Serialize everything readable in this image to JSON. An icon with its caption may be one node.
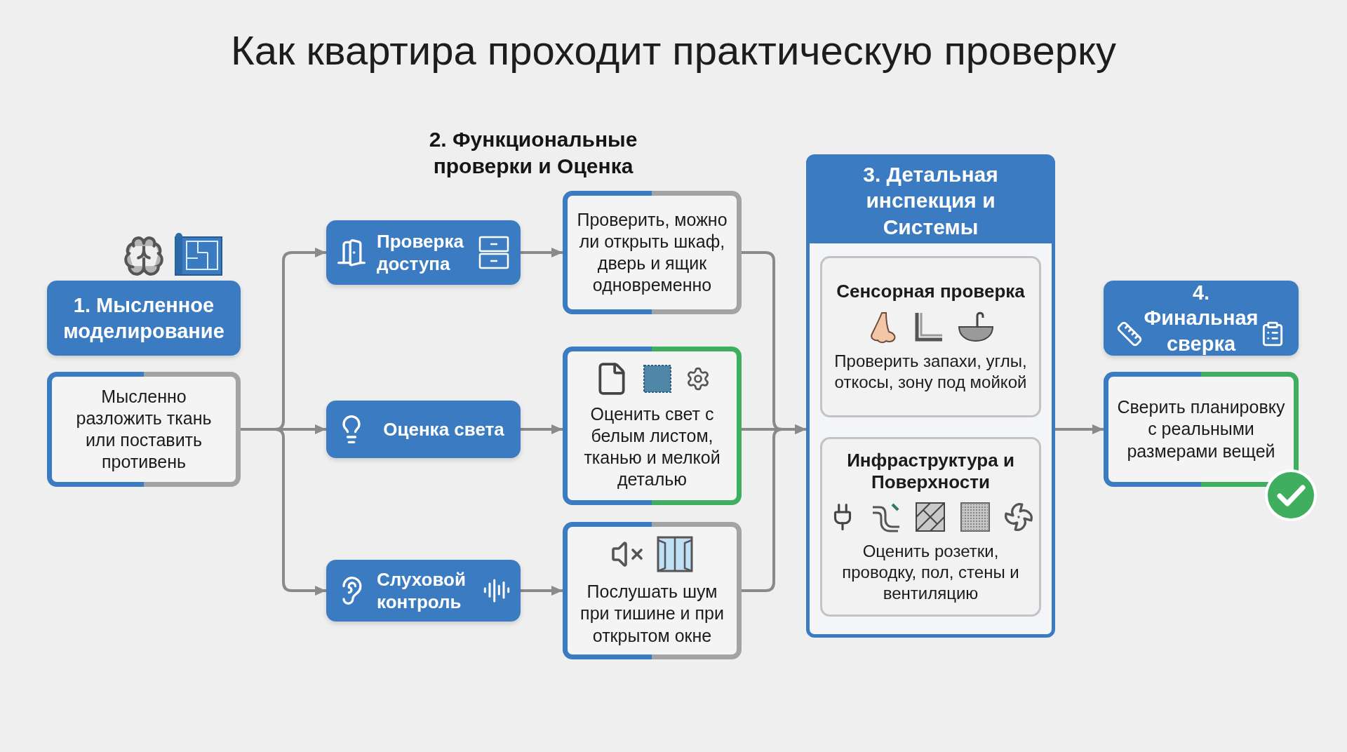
{
  "diagram": {
    "title": "Как квартира проходит практическую проверку",
    "nodes": [
      {
        "text": [
          "1. Мысленное моделирование"
        ]
      },
      {
        "text": [
          "Мысленно разложить ткань или поставить противень"
        ]
      },
      {
        "text": [
          "Проверка доступа"
        ]
      },
      {
        "text": [
          "Оценка света"
        ]
      },
      {
        "text": [
          "Слуховой контроль"
        ]
      },
      {
        "text": [
          "Проверить, можно ли открыть шкаф, дверь и ящик одновременно"
        ]
      },
      {
        "text": [
          "Оценить свет с белым листом, тканью и мелкой деталью"
        ]
      },
      {
        "text": [
          "Послушать шум при тишине и при открытом окне"
        ]
      },
      {
        "text": [
          "3. Детальная инспекция и Системы"
        ]
      },
      {
        "text": [
          "Сенсорная проверка",
          "Проверить запахи, углы, откосы, зону под мойкой"
        ],
        "in": 8
      },
      {
        "text": [
          "Инфраструктура и Поверхности",
          "Оценить розетки, проводку, пол, стены и вентиляцию"
        ],
        "in": 8
      },
      {
        "text": [
          "4. Финальная сверка"
        ]
      },
      {
        "text": [
          "Сверить планировку с реальными размерами вещей"
        ]
      }
    ],
    "edges": [
      {
        "from": 1,
        "to": 2,
        "arrow": "to"
      },
      {
        "from": 1,
        "to": 3,
        "arrow": "to"
      },
      {
        "from": 1,
        "to": 4,
        "arrow": "to"
      },
      {
        "from": 2,
        "to": 5,
        "arrow": "to"
      },
      {
        "from": 3,
        "to": 6,
        "arrow": "to"
      },
      {
        "from": 4,
        "to": 7,
        "arrow": "to"
      },
      {
        "from": 5,
        "to": 8,
        "arrow": "to"
      },
      {
        "from": 6,
        "to": 8,
        "arrow": "to"
      },
      {
        "from": 7,
        "to": 8,
        "arrow": "to"
      },
      {
        "from": 8,
        "to": 12,
        "arrow": "to"
      }
    ],
    "labels": [
      "2. Функциональные проверки и Оценка"
    ]
  }
}
